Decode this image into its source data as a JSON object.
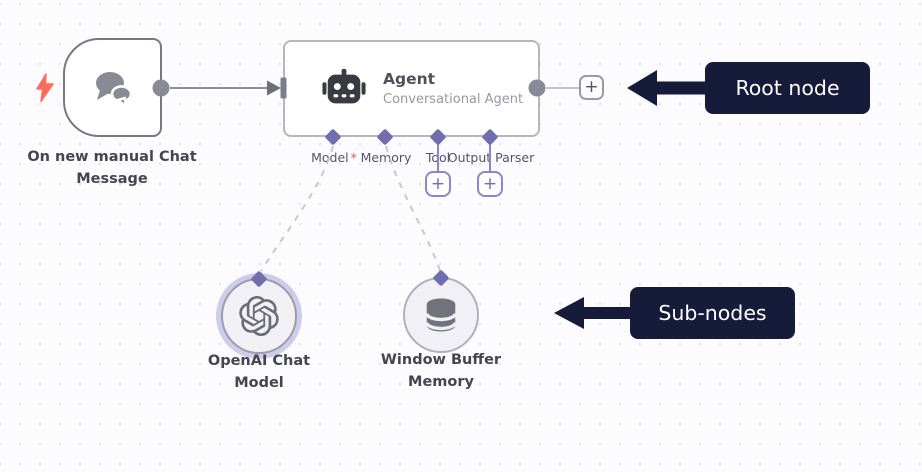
{
  "workflow": {
    "trigger": {
      "label": "On new manual Chat Message"
    },
    "agent": {
      "title": "Agent",
      "subtitle": "Conversational Agent",
      "ports": [
        {
          "label": "Model",
          "required_marker": "*"
        },
        {
          "label": "Memory"
        },
        {
          "label": "Tool"
        },
        {
          "label": "Output Parser"
        }
      ]
    },
    "sub_nodes": [
      {
        "label": "OpenAI Chat Model"
      },
      {
        "label": "Window Buffer Memory"
      }
    ]
  },
  "annotations": {
    "root": "Root node",
    "sub": "Sub-nodes"
  },
  "icons": {
    "plus": "+"
  },
  "colors": {
    "canvas_bg": "#fcfcfe",
    "grid_dot": "#e3e3ec",
    "node_border": "#787885",
    "connector_gray": "#8f8f9b",
    "port_indigo": "#716dae",
    "plus_purple": "#8a87c5",
    "annotation_navy": "#161b39",
    "trigger_bolt": "#ff6d5a",
    "required_red": "#e4574f",
    "icon_gray": "#75757f",
    "robot_dark": "#3a3a42"
  }
}
